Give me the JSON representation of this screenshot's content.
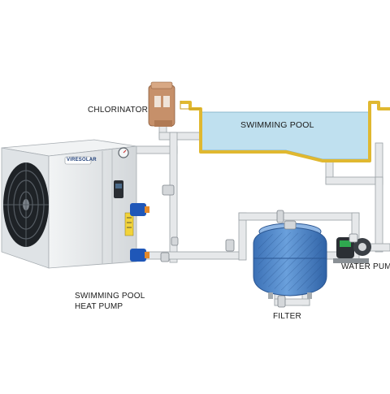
{
  "labels": {
    "chlorinator": "CHLORINATOR",
    "swimming_pool": "SWIMMING POOL",
    "heat_pump_line1": "SWIMMING POOL",
    "heat_pump_line2": "HEAT PUMP",
    "filter": "FILTER",
    "water_pump": "WATER PUMP"
  },
  "heat_pump_brand": "VIRESOLAR",
  "colors": {
    "pipe": "#e6e8ea",
    "pipe_outline": "#9aa0a6",
    "pool_water": "#bfe0ef",
    "pool_rim": "#e0b830",
    "filter_tank": "#4f86c8",
    "heat_pump_body": "#e4e7ea",
    "fan_grille": "#1e2226",
    "connector_blue": "#1f57b8",
    "connector_orange": "#e48a2a",
    "chlorinator": "#c6906a",
    "pump_green": "#2fa84f"
  }
}
